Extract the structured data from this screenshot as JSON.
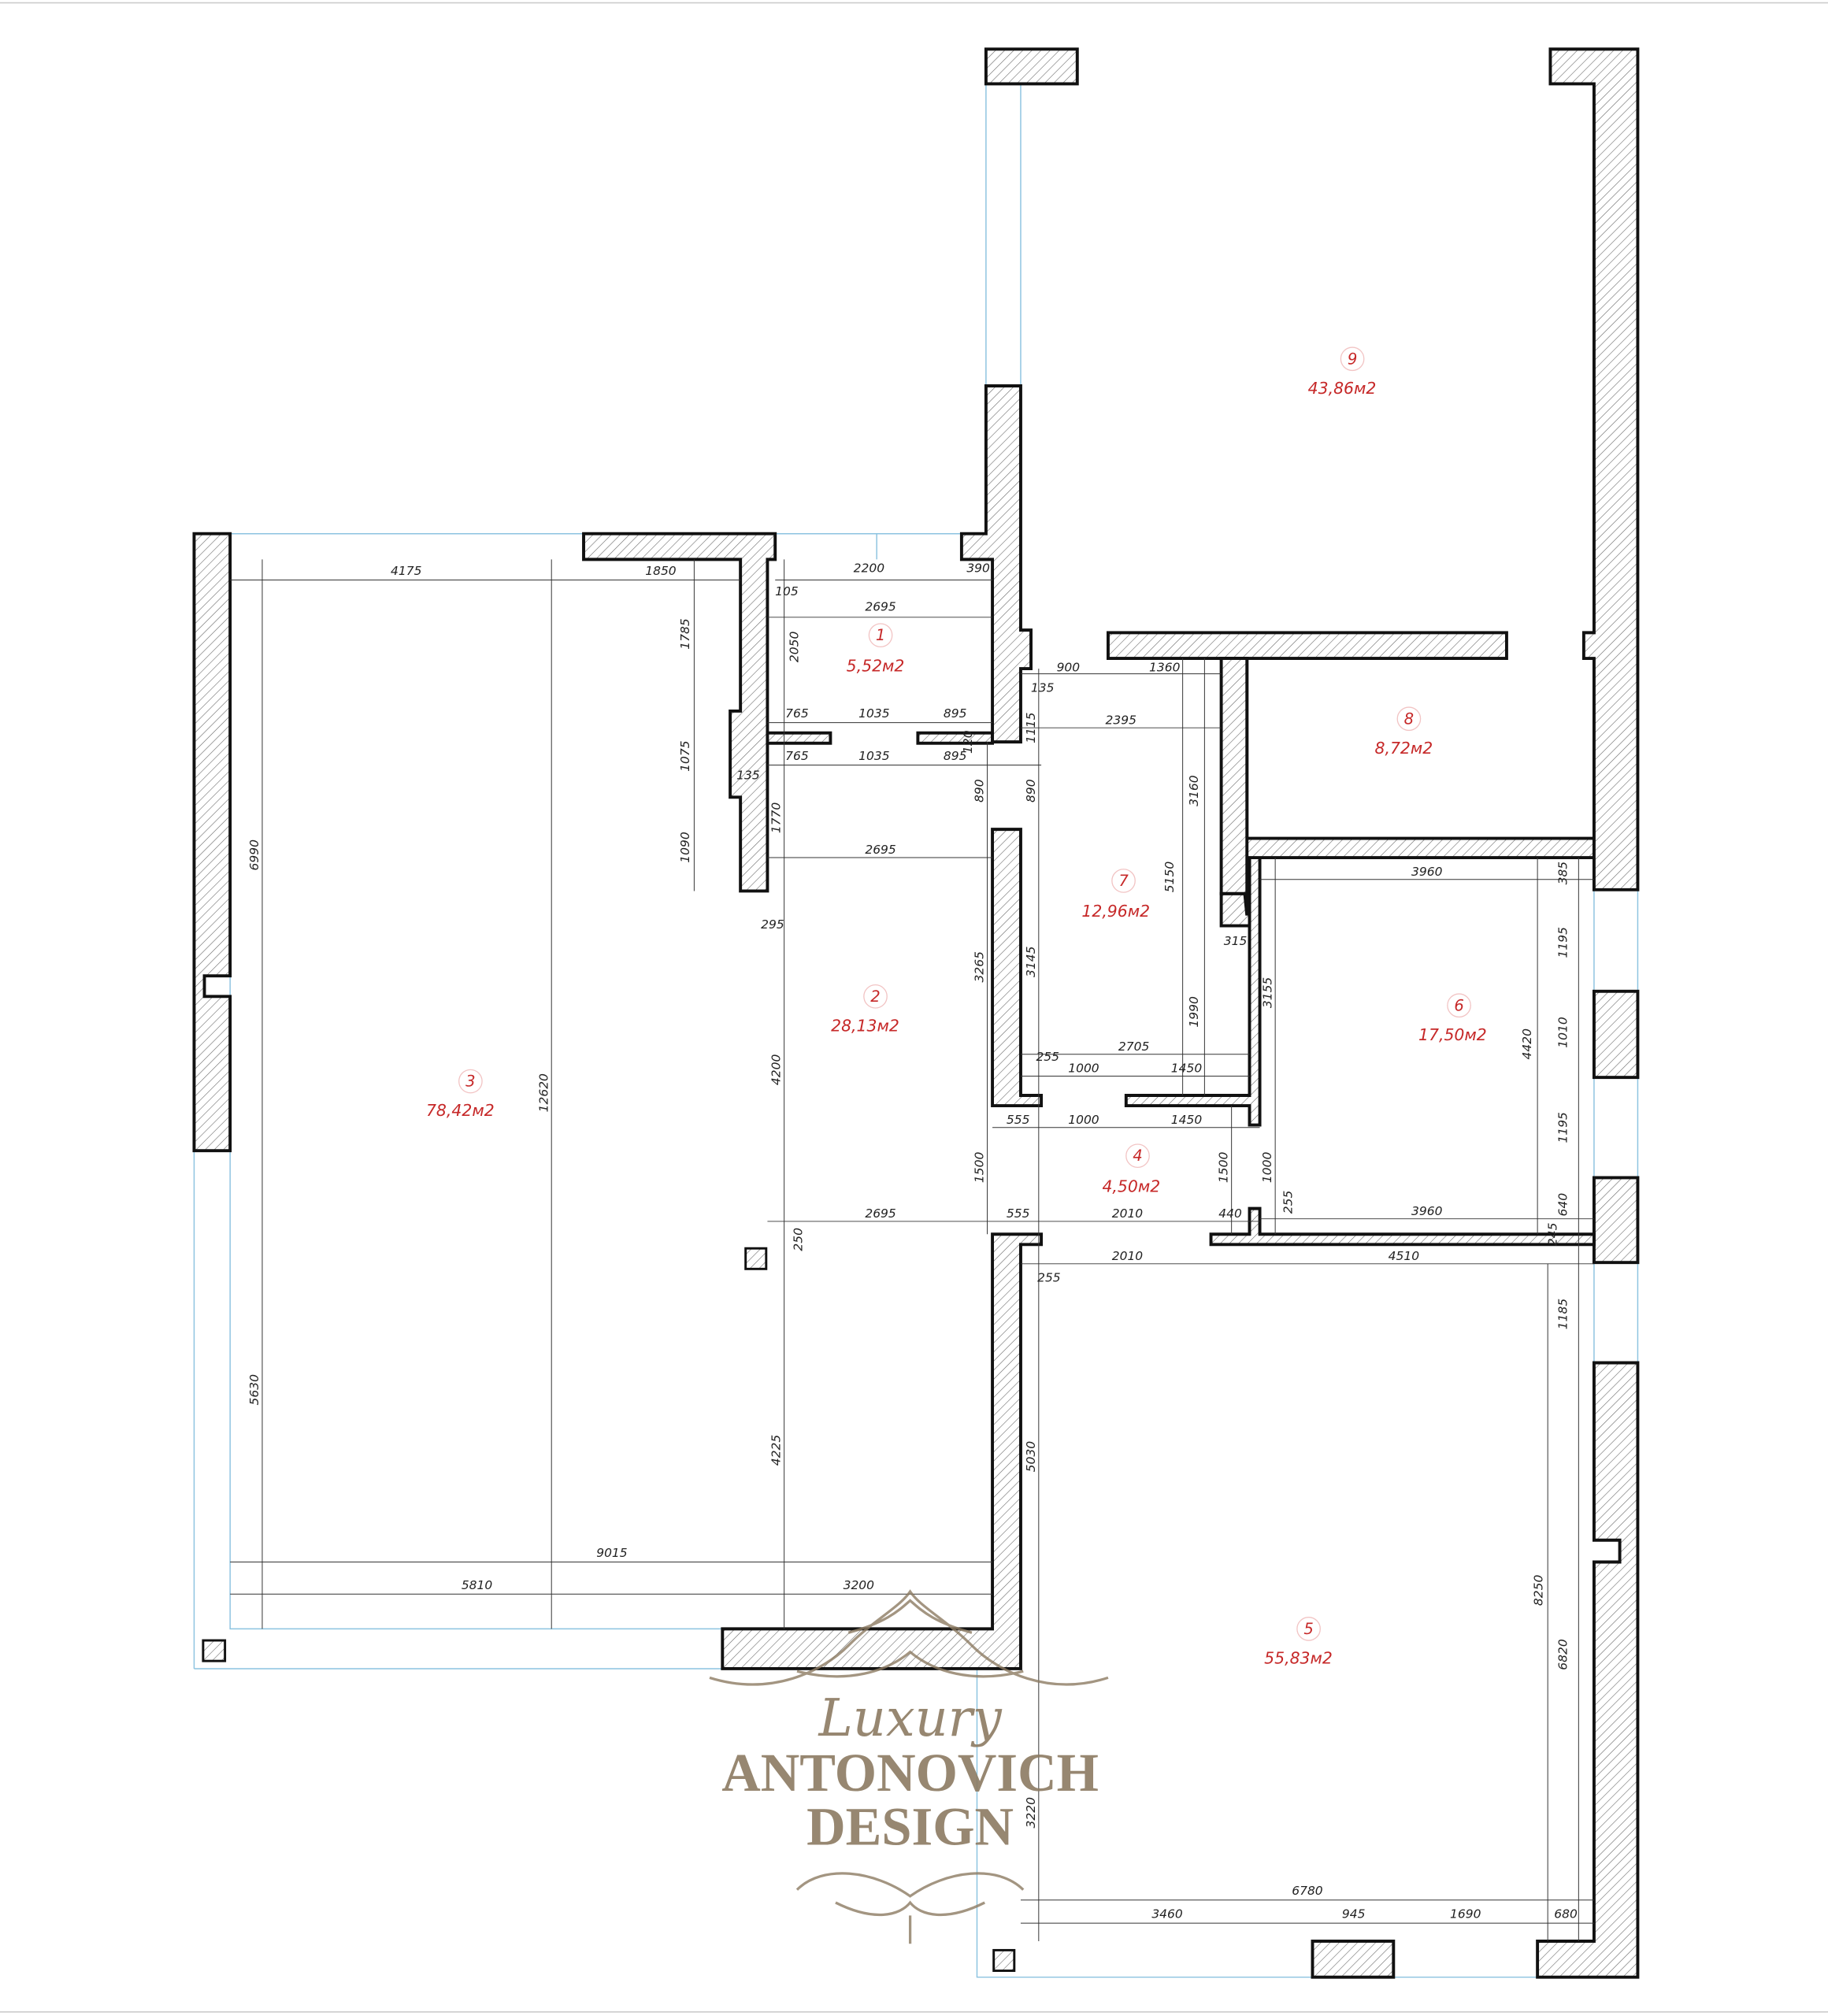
{
  "rooms": [
    {
      "number": "1",
      "area": "5,52м2"
    },
    {
      "number": "2",
      "area": "28,13м2"
    },
    {
      "number": "3",
      "area": "78,42м2"
    },
    {
      "number": "4",
      "area": "4,50м2"
    },
    {
      "number": "5",
      "area": "55,83м2"
    },
    {
      "number": "6",
      "area": "17,50м2"
    },
    {
      "number": "7",
      "area": "12,96м2"
    },
    {
      "number": "8",
      "area": "8,72м2"
    },
    {
      "number": "9",
      "area": "43,86м2"
    }
  ],
  "dimensions_horizontal": [
    "4175",
    "1850",
    "2200",
    "390",
    "105",
    "2695",
    "765",
    "1035",
    "895",
    "765",
    "1035",
    "895",
    "135",
    "2695",
    "295",
    "900",
    "1360",
    "135",
    "2395",
    "315",
    "2705",
    "255",
    "1000",
    "1450",
    "555",
    "1000",
    "1450",
    "3960",
    "555",
    "2695",
    "2010",
    "440",
    "3960",
    "2010",
    "4510",
    "255",
    "9015",
    "5810",
    "3200",
    "6780",
    "3460",
    "945",
    "1690",
    "680"
  ],
  "dimensions_vertical": [
    "1785",
    "2050",
    "1075",
    "1090",
    "1770",
    "120",
    "1115",
    "890",
    "890",
    "3160",
    "5150",
    "6990",
    "3265",
    "3145",
    "1990",
    "3155",
    "4200",
    "12620",
    "1500",
    "1500",
    "1000",
    "250",
    "255",
    "385",
    "1195",
    "1010",
    "4420",
    "1195",
    "640",
    "245",
    "1185",
    "5630",
    "4225",
    "5030",
    "8250",
    "6820",
    "3220"
  ],
  "watermark": {
    "line1": "Luxury",
    "line2": "ANTONOVICH",
    "line3": "DESIGN"
  },
  "colors": {
    "room_label": "#c62828",
    "wall_outline": "#111111",
    "axis_line": "#8cc3e0",
    "watermark": "#8c7b62"
  }
}
